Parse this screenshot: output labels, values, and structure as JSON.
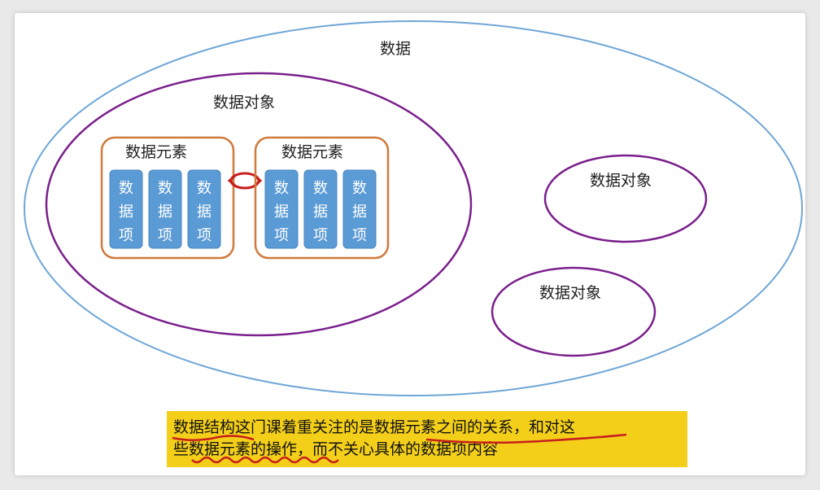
{
  "colors": {
    "outer_ellipse": "#6fa6d6",
    "object_ellipse": "#7a1f8c",
    "element_box": "#d07a3c",
    "item_fill": "#5b9bd5",
    "arrow": "#c8201c",
    "note_bg": "#f4cf1a",
    "underline": "#c8201c"
  },
  "diagram": {
    "data_label": "数据",
    "big_object_label": "数据对象",
    "element_label": "数据元素",
    "item_text": [
      "数",
      "据",
      "项"
    ],
    "object_right_label": "数据对象",
    "object_lower_label": "数据对象"
  },
  "note": {
    "part1": "数据结构",
    "part2": "这门课着重关注的是",
    "part3": "数据元素之间的关系",
    "part4": "，和对这",
    "part5": "些",
    "part6": "数据元素的操作",
    "part7": "，而不关心具体的数据项内容"
  }
}
